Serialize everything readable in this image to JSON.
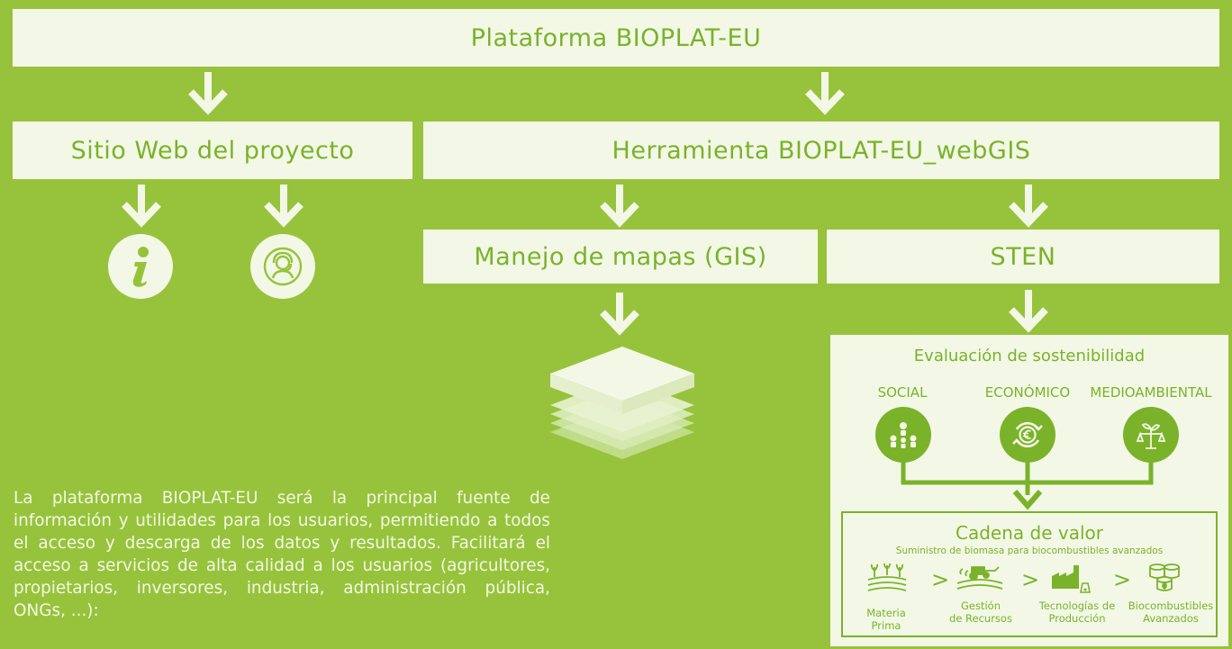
{
  "nodes": {
    "platform": "Plataforma BIOPLAT-EU",
    "website": "Sitio Web del proyecto",
    "webgis": "Herramienta BIOPLAT-EU_webGIS",
    "gis": "Manejo de mapas (GIS)",
    "sten": "STEN"
  },
  "sustainability": {
    "title": "Evaluación de sostenibilidad",
    "dimensions": [
      "SOCIAL",
      "ECONÓMICO",
      "MEDIOAMBIENTAL"
    ]
  },
  "value_chain": {
    "title": "Cadena de valor",
    "subtitle": "Suministro de biomasa para biocombustibles avanzados",
    "steps": [
      {
        "line1": "Materia",
        "line2": "Prima"
      },
      {
        "line1": "Gestión",
        "line2": "de Recursos"
      },
      {
        "line1": "Tecnologías de",
        "line2": "Producción"
      },
      {
        "line1": "Biocombustibles",
        "line2": "Avanzados"
      }
    ],
    "separator": ">"
  },
  "description": "La plataforma BIOPLAT-EU será la principal fuente de información y utilidades para los usuarios, permitiendo a todos el acceso y descarga de los datos y resultados. Facilitará el acceso a servicios de alta calidad a los usuarios (agricultores, propietarios, inversores, industria, administración pública, ONGs, ...):",
  "colors": {
    "background": "#96c33b",
    "box": "#f3f8e6",
    "accent": "#7ab22a"
  },
  "icons": [
    "info-icon",
    "support-agent-icon",
    "map-layers-icon",
    "social-icon",
    "euro-cycle-icon",
    "environment-balance-icon",
    "plants-icon",
    "tractor-icon",
    "factory-icon",
    "biofuel-barrels-icon"
  ]
}
